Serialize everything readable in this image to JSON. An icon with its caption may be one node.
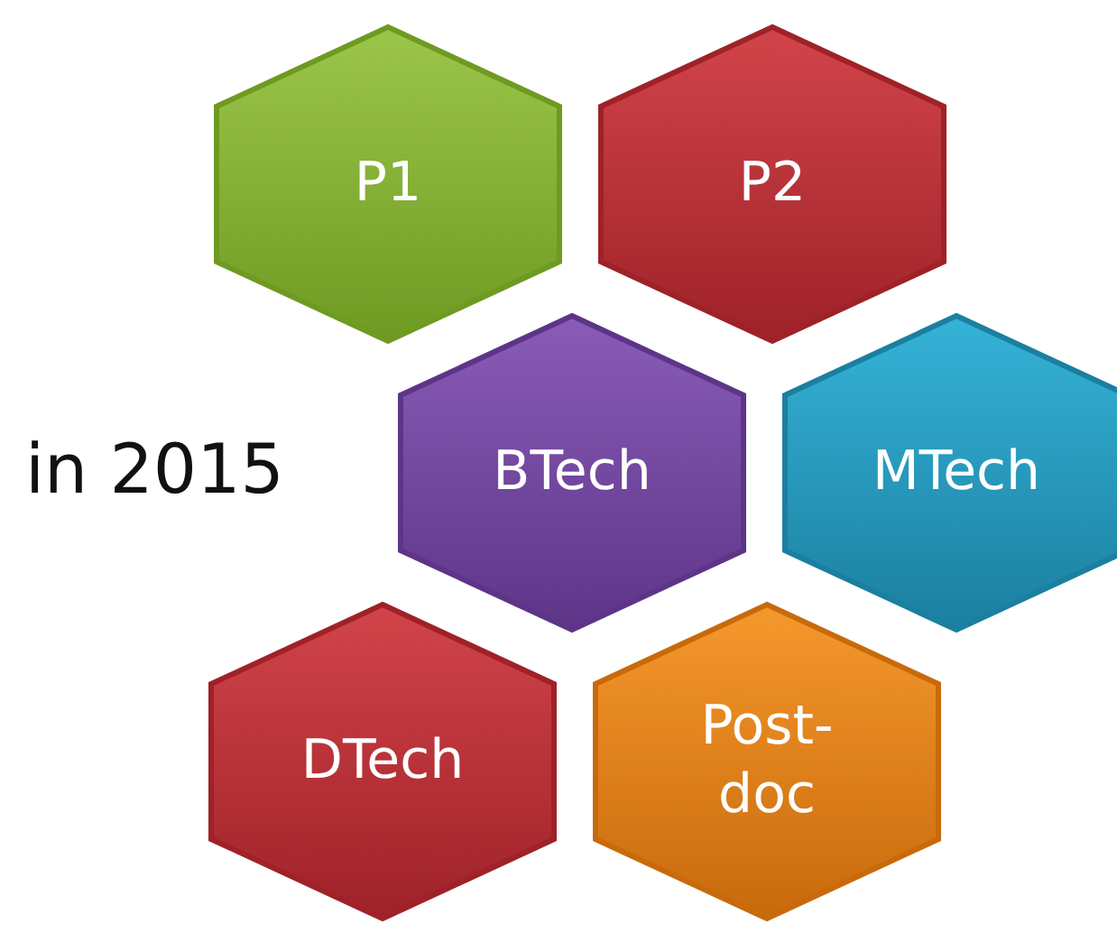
{
  "diagram": {
    "nodes": [
      {
        "text": [
          "P1"
        ]
      },
      {
        "text": [
          "P2"
        ]
      },
      {
        "text": [
          "BTech"
        ]
      },
      {
        "text": [
          "MTech"
        ]
      },
      {
        "text": [
          "DTech"
        ]
      },
      {
        "text": [
          "Post- doc"
        ]
      }
    ],
    "labels": [
      "in 2015"
    ]
  }
}
